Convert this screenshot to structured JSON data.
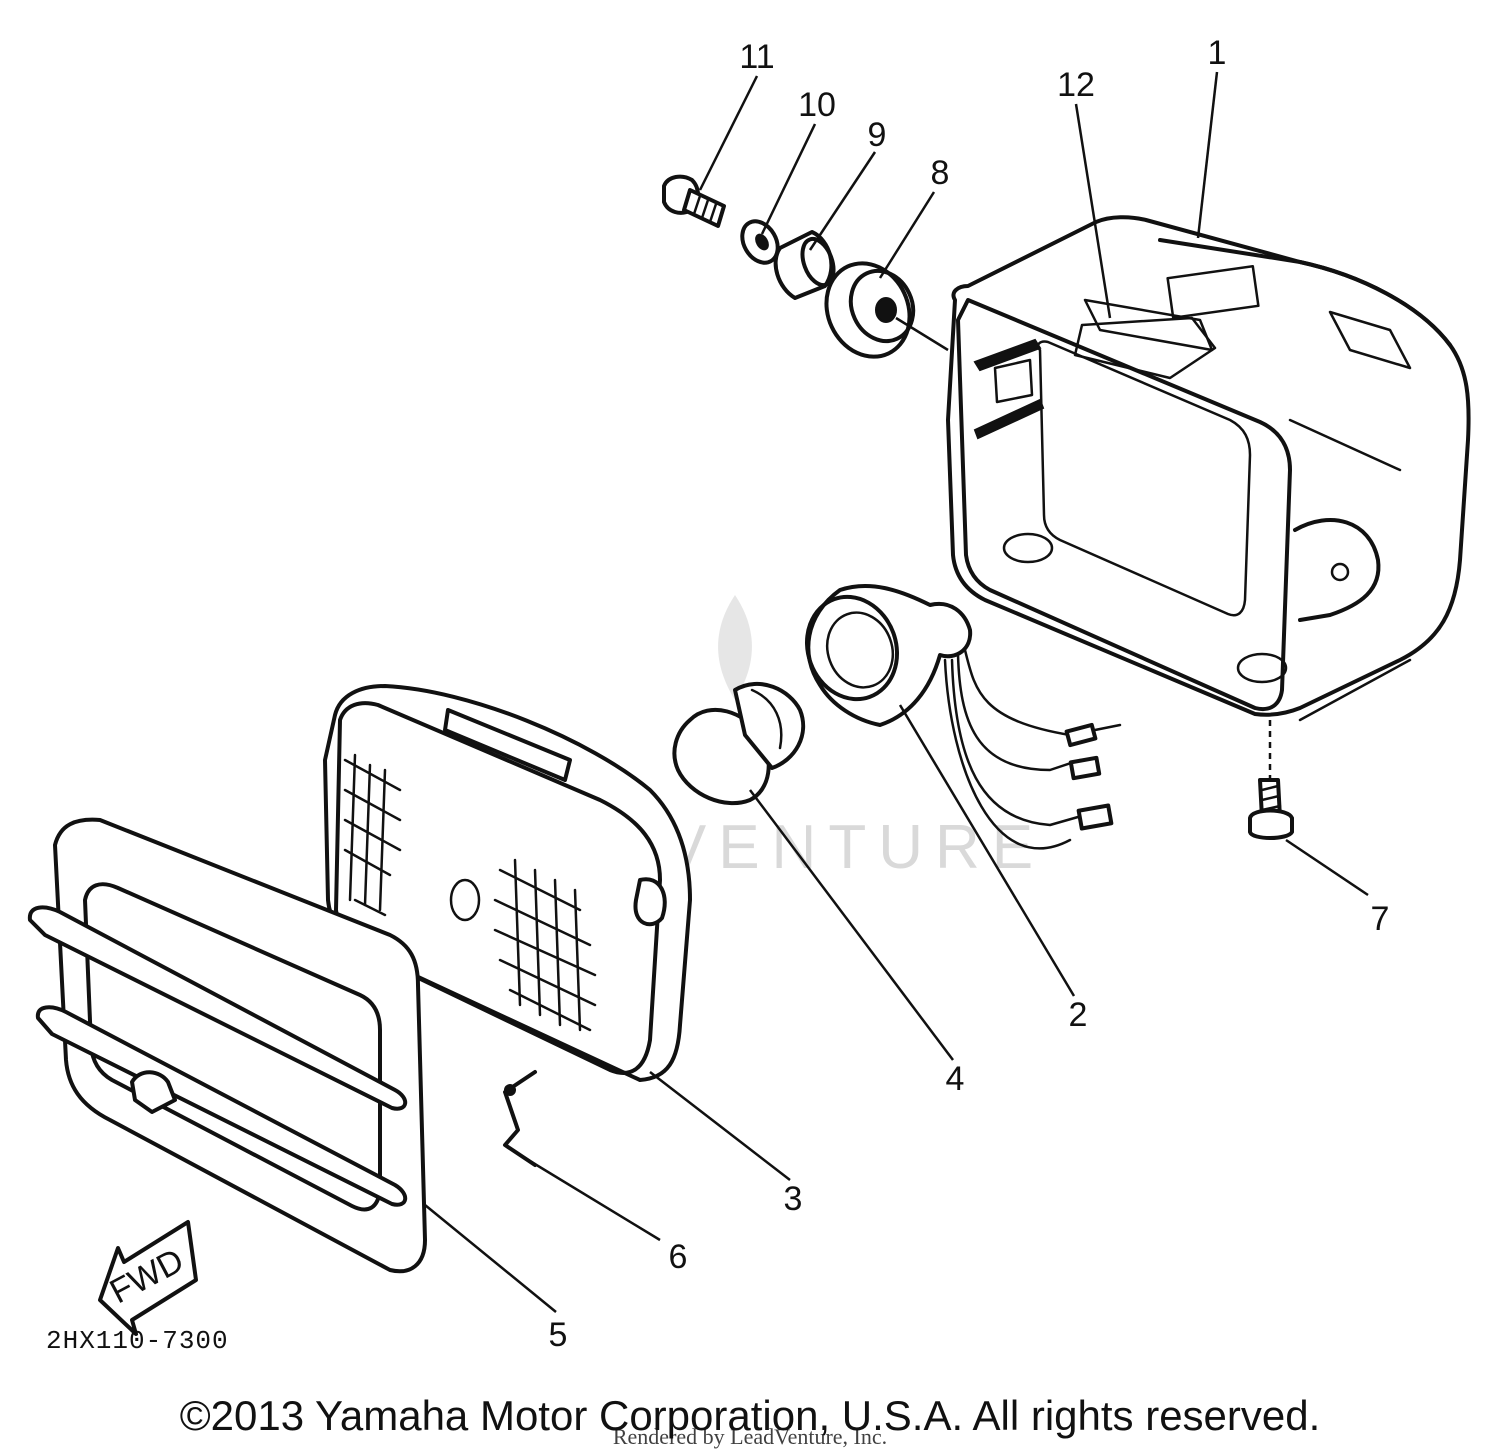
{
  "diagram": {
    "callouts": {
      "c1": "1",
      "c2": "2",
      "c3": "3",
      "c4": "4",
      "c5": "5",
      "c6": "6",
      "c7": "7",
      "c8": "8",
      "c9": "9",
      "c10": "10",
      "c11": "11",
      "c12": "12"
    },
    "fwd_arrow_label": "FWD",
    "drawing_code": "2HX110-7300",
    "watermark": "LEADVENTURE"
  },
  "footer": {
    "copyright": "©2013 Yamaha Motor Corporation, U.S.A. All rights reserved.",
    "rendered_by": "Rendered by LeadVenture, Inc."
  }
}
